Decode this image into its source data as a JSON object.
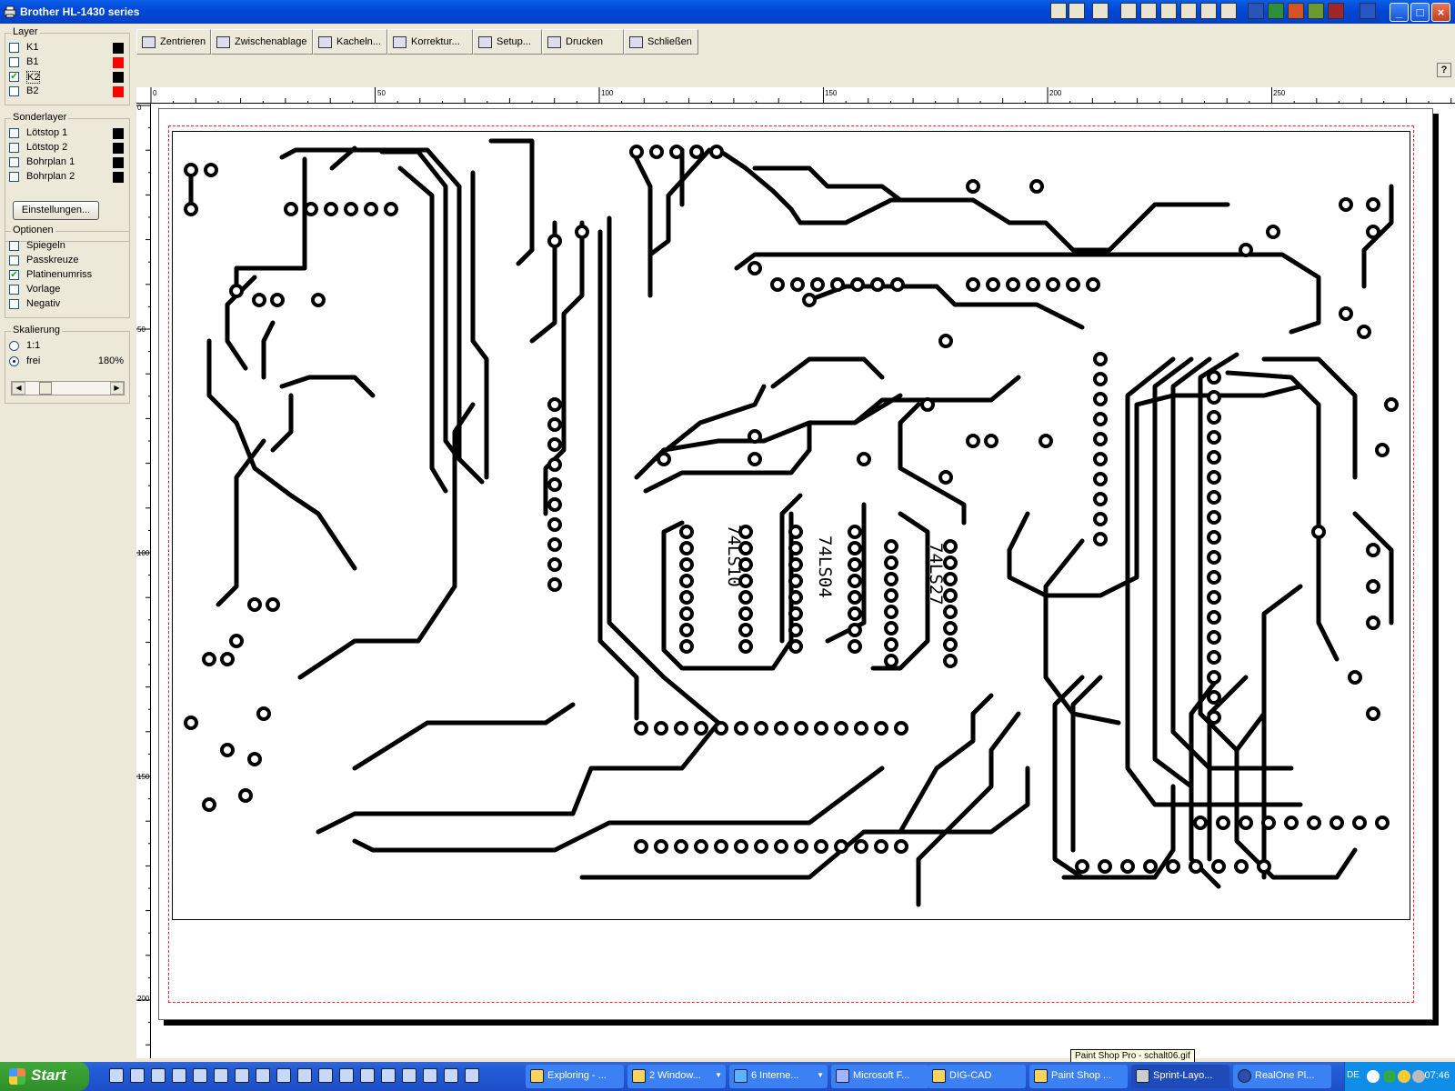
{
  "window": {
    "title": "Brother HL-1430 series"
  },
  "layer_group": {
    "title": "Layer",
    "items": [
      {
        "label": "K1",
        "checked": false,
        "color": "#000000"
      },
      {
        "label": "B1",
        "checked": false,
        "color": "#ff0000"
      },
      {
        "label": "K2",
        "checked": true,
        "color": "#000000"
      },
      {
        "label": "B2",
        "checked": false,
        "color": "#ff0000"
      }
    ]
  },
  "sonder_group": {
    "title": "Sonderlayer",
    "items": [
      {
        "label": "Lötstop 1",
        "checked": false,
        "color": "#000000"
      },
      {
        "label": "Lötstop 2",
        "checked": false,
        "color": "#000000"
      },
      {
        "label": "Bohrplan 1",
        "checked": false,
        "color": "#000000"
      },
      {
        "label": "Bohrplan 2",
        "checked": false,
        "color": "#000000"
      }
    ],
    "settings_button": "Einstellungen..."
  },
  "options_group": {
    "title": "Optionen",
    "items": [
      {
        "label": "Spiegeln",
        "checked": false
      },
      {
        "label": "Passkreuze",
        "checked": false
      },
      {
        "label": "Platinenumriss",
        "checked": true
      },
      {
        "label": "Vorlage",
        "checked": false
      },
      {
        "label": "Negativ",
        "checked": false
      }
    ]
  },
  "scaling_group": {
    "title": "Skalierung",
    "option_fixed": "1:1",
    "option_free": "frei",
    "selected": "frei",
    "zoom": "180%"
  },
  "toolbar": {
    "buttons": [
      {
        "label": "Zentrieren",
        "icon": "center-icon"
      },
      {
        "label": "Zwischenablage",
        "icon": "clipboard-icon"
      },
      {
        "label": "Kacheln...",
        "icon": "tile-icon"
      },
      {
        "label": "Korrektur...",
        "icon": "correction-icon"
      },
      {
        "label": "Setup...",
        "icon": "setup-icon"
      },
      {
        "label": "Drucken",
        "icon": "printer-icon"
      },
      {
        "label": "Schließen",
        "icon": "close-door-icon"
      }
    ],
    "help": "?"
  },
  "rulers": {
    "top": [
      "0",
      "50",
      "100",
      "150",
      "200",
      "250"
    ],
    "left": [
      "0",
      "50",
      "100",
      "150",
      "200"
    ]
  },
  "board": {
    "chips": [
      "74LS10",
      "74LS04",
      "74LS27"
    ]
  },
  "tooltip": "Paint Shop Pro - schalt06.gif",
  "taskbar": {
    "start": "Start",
    "tasks": [
      {
        "label": "Exploring - ...",
        "active": false,
        "dropdown": false
      },
      {
        "label": "2 Window...",
        "active": false,
        "dropdown": true
      },
      {
        "label": "6 Interne...",
        "active": false,
        "dropdown": true
      },
      {
        "label": "Microsoft F...",
        "active": false,
        "dropdown": false
      },
      {
        "label": "DIG-CAD",
        "active": false,
        "dropdown": false
      },
      {
        "label": "Paint Shop ...",
        "active": false,
        "dropdown": false
      },
      {
        "label": "Sprint-Layo...",
        "active": true,
        "dropdown": false
      },
      {
        "label": "RealOne Pl...",
        "active": false,
        "dropdown": false
      }
    ],
    "language": "DE",
    "clock": "07:46"
  }
}
